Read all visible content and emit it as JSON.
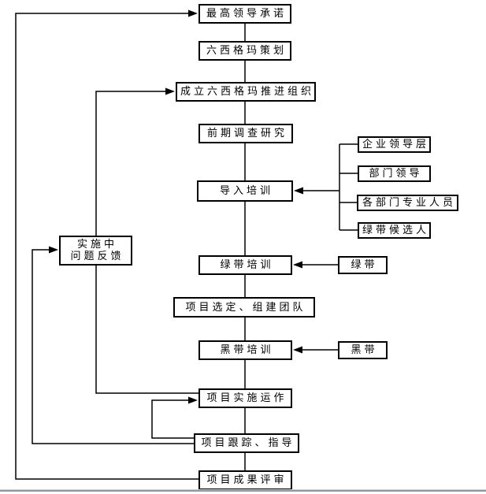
{
  "flow": [
    {
      "label": "最高领导承诺"
    },
    {
      "label": "六西格玛策划"
    },
    {
      "label": "成立六西格玛推进组织"
    },
    {
      "label": "前期调查研究"
    },
    {
      "label": "导入培训"
    },
    {
      "label": "绿带培训"
    },
    {
      "label": "项目选定、组建团队"
    },
    {
      "label": "黑带培训"
    },
    {
      "label": "项目实施运作"
    },
    {
      "label": "项目跟踪、指导"
    },
    {
      "label": "项目成果评审"
    }
  ],
  "training_participants": [
    {
      "label": "企业领导层"
    },
    {
      "label": "部门领导"
    },
    {
      "label": "各部门专业人员"
    },
    {
      "label": "绿带候选人"
    }
  ],
  "belts": [
    {
      "label": "绿带"
    },
    {
      "label": "黑带"
    }
  ],
  "feedback_box": {
    "line1": "实施中",
    "line2": "问题反馈"
  },
  "colors": {
    "line": "#000000",
    "box_border": "#000000",
    "box_fill": "#ffffff",
    "background": "#ffffff",
    "bottom_bar": "#8f97a1"
  }
}
